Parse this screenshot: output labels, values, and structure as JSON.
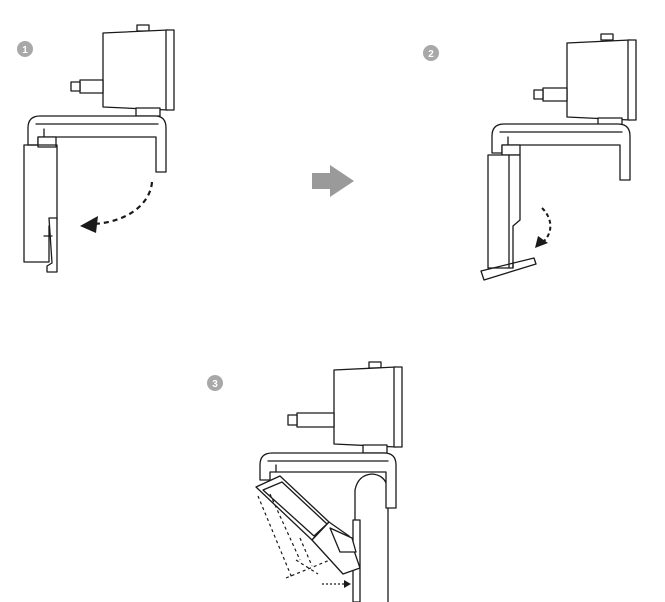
{
  "steps": [
    {
      "number": "1"
    },
    {
      "number": "2"
    },
    {
      "number": "3"
    }
  ],
  "colors": {
    "badge": "#a8a8a8",
    "arrow": "#9a9a9a",
    "shade": "#a3a3a3",
    "line": "#1a1a1a"
  },
  "icons": {
    "next": "right-arrow-icon",
    "motion": "dashed-curved-arrow-icon"
  }
}
